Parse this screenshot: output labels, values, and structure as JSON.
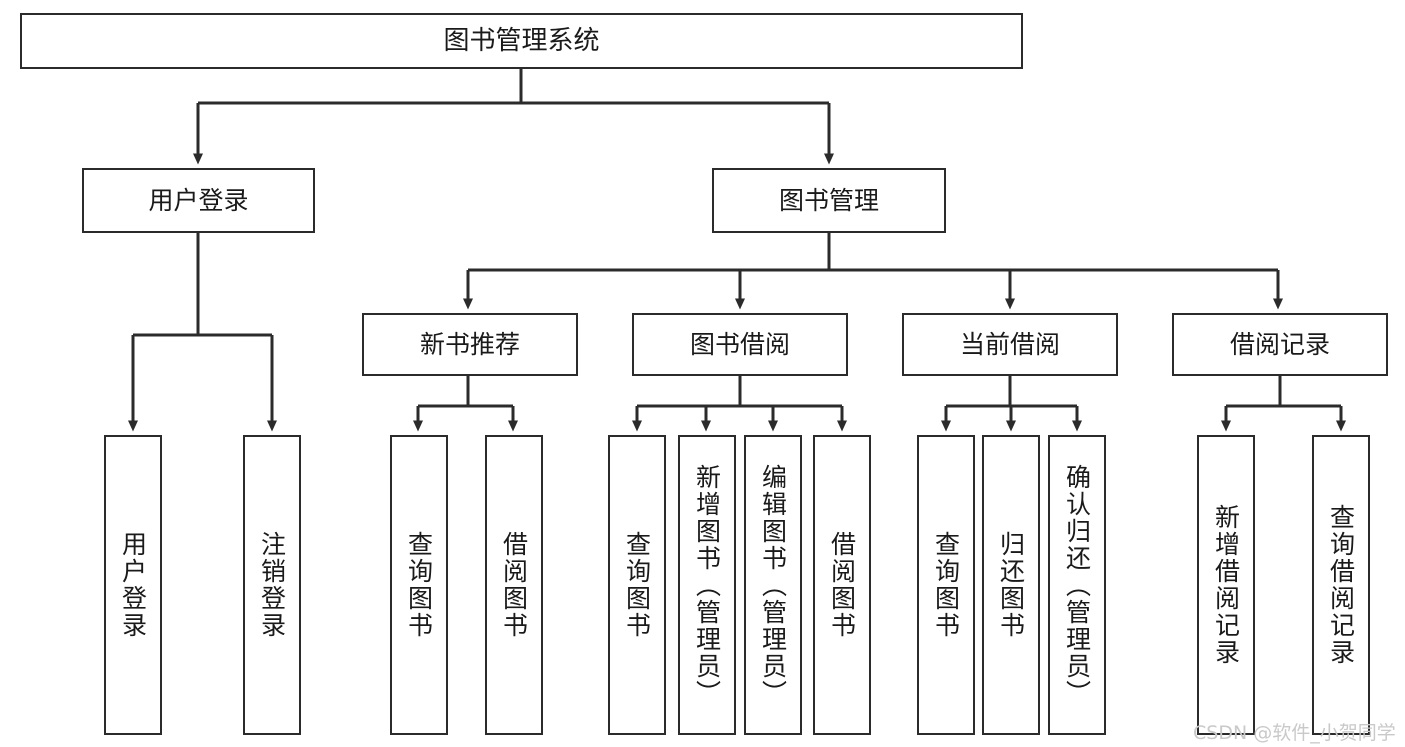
{
  "diagram": {
    "title": "图书管理系统",
    "type": "tree-hierarchy-chart",
    "colors": {
      "stroke": "#2b2b2b",
      "fill": "#ffffff",
      "text": "#1a1a1a",
      "watermark": "#c9c9c9"
    }
  },
  "nodes": {
    "root": {
      "label": "图书管理系统"
    },
    "level2": [
      {
        "label": "用户登录"
      },
      {
        "label": "图书管理"
      }
    ],
    "level3": [
      {
        "label": "新书推荐"
      },
      {
        "label": "图书借阅"
      },
      {
        "label": "当前借阅"
      },
      {
        "label": "借阅记录"
      }
    ],
    "leaves_user_login": [
      {
        "label": "用户登录"
      },
      {
        "label": "注销登录"
      }
    ],
    "leaves_new_book": [
      {
        "label": "查询图书"
      },
      {
        "label": "借阅图书"
      }
    ],
    "leaves_borrow": [
      {
        "label": "查询图书"
      },
      {
        "label": "新增图书（管理员）"
      },
      {
        "label": "编辑图书（管理员）"
      },
      {
        "label": "借阅图书"
      }
    ],
    "leaves_current": [
      {
        "label": "查询图书"
      },
      {
        "label": "归还图书"
      },
      {
        "label": "确认归还（管理员）"
      }
    ],
    "leaves_records": [
      {
        "label": "新增借阅记录"
      },
      {
        "label": "查询借阅记录"
      }
    ]
  },
  "watermark": {
    "text": "CSDN @软件_小贺同学"
  }
}
